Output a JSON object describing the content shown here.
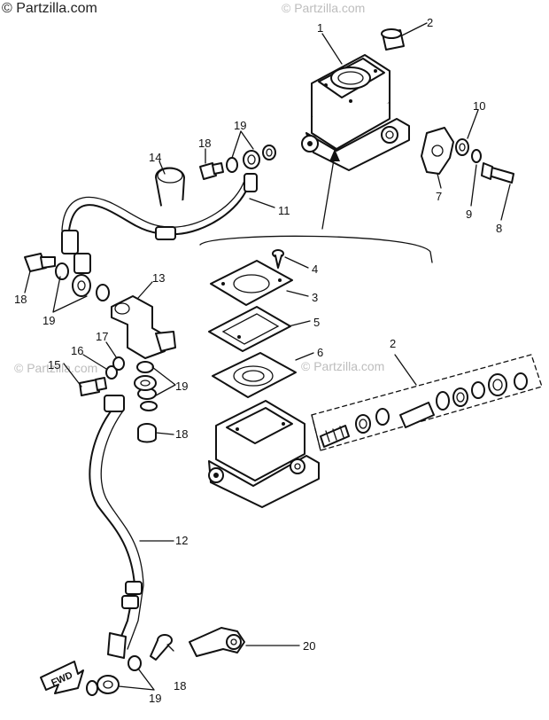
{
  "watermark": {
    "top_left": "© Partzilla.com",
    "top_center": "© Partzilla.com",
    "mid_left": "© Partzilla.com",
    "mid_right": "© Partzilla.com"
  },
  "direction_label": "FWD",
  "callouts": [
    {
      "id": "c1",
      "label": "1"
    },
    {
      "id": "c2a",
      "label": "2"
    },
    {
      "id": "c2b",
      "label": "2"
    },
    {
      "id": "c3",
      "label": "3"
    },
    {
      "id": "c4",
      "label": "4"
    },
    {
      "id": "c5",
      "label": "5"
    },
    {
      "id": "c6",
      "label": "6"
    },
    {
      "id": "c7",
      "label": "7"
    },
    {
      "id": "c8",
      "label": "8"
    },
    {
      "id": "c9",
      "label": "9"
    },
    {
      "id": "c10",
      "label": "10"
    },
    {
      "id": "c11",
      "label": "11"
    },
    {
      "id": "c12",
      "label": "12"
    },
    {
      "id": "c13",
      "label": "13"
    },
    {
      "id": "c14",
      "label": "14"
    },
    {
      "id": "c15",
      "label": "15"
    },
    {
      "id": "c16",
      "label": "16"
    },
    {
      "id": "c17",
      "label": "17"
    },
    {
      "id": "c18a",
      "label": "18"
    },
    {
      "id": "c18b",
      "label": "18"
    },
    {
      "id": "c18c",
      "label": "18"
    },
    {
      "id": "c18d",
      "label": "18"
    },
    {
      "id": "c19a",
      "label": "19"
    },
    {
      "id": "c19b",
      "label": "19"
    },
    {
      "id": "c19c",
      "label": "19"
    },
    {
      "id": "c19d",
      "label": "19"
    },
    {
      "id": "c20",
      "label": "20"
    }
  ]
}
